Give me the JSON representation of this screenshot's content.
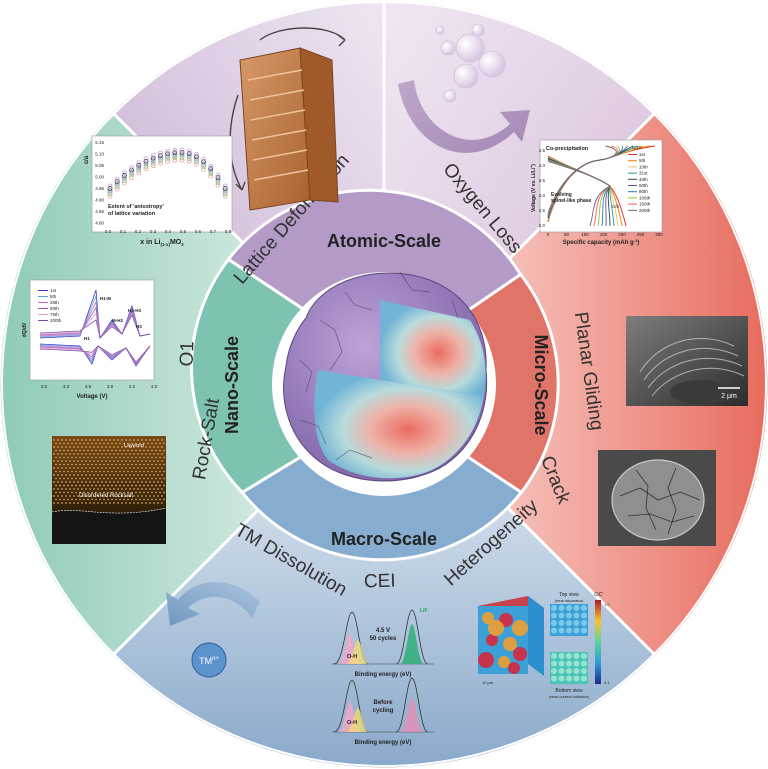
{
  "scales": {
    "atomic": "Atomic-Scale",
    "micro": "Micro-Scale",
    "macro": "Macro-Scale",
    "nano": "Nano-Scale"
  },
  "phenomena": {
    "lattice_deformation": "Lattice Deformation",
    "oxygen_loss": "Oxygen Loss",
    "planar_gliding": "Planar Gliding",
    "crack": "Crack",
    "heterogeneity": "Heterogeneity",
    "cei": "CEI",
    "tm_dissolution": "TM Dissolution",
    "rock_salt": "Rock-Salt",
    "o1": "O1"
  },
  "lattice_chart": {
    "ylabel": "c/a",
    "xlabel_main": "x in Li",
    "xlabel_sub": "(1-x)",
    "xlabel_end": "MO",
    "xlabel_sub2": "2",
    "annotation_line1": "Extent of 'anisotropy'",
    "annotation_line2": "of lattice variation",
    "yticks": [
      "5.15",
      "5.10",
      "5.05",
      "5.00",
      "4.95",
      "4.90",
      "4.85",
      "4.80"
    ],
    "xticks": [
      "0.0",
      "0.1",
      "0.2",
      "0.3",
      "0.4",
      "0.5",
      "0.6",
      "0.7",
      "0.8"
    ]
  },
  "oxygen_chart": {
    "legend_title": "Co-precipitation",
    "legend_c10": "C/10",
    "curve_label": "C/5",
    "legend": [
      "1st",
      "5th",
      "10th",
      "31st",
      "40th",
      "60th",
      "80th",
      "100th",
      "150th",
      "200th"
    ],
    "ylabel": "Voltage (V vs. Li/Li",
    "ylabel_sup": "+",
    "ylabel_end": ")",
    "xlabel": "Specific capacity (mAh g",
    "xlabel_sup": "-1",
    "xlabel_end": ")",
    "annotation_line1": "Evolving",
    "annotation_line2": "spinel-like phase",
    "yticks": [
      "4.5",
      "4.0",
      "3.5",
      "3.0",
      "2.5",
      "2.0"
    ],
    "xticks": [
      "0",
      "50",
      "100",
      "150",
      "200",
      "250",
      "300"
    ]
  },
  "o1_chart": {
    "legend": [
      "1st",
      "5th",
      "25th",
      "50th",
      "75th",
      "100th"
    ],
    "ylabel": "dQ/dV",
    "xlabel": "Voltage (V)",
    "xticks": [
      "3.0",
      "3.3",
      "3.6",
      "3.9",
      "4.2",
      "4.5"
    ],
    "peaks": [
      "H1-M",
      "M-H2",
      "H2-H3",
      "H3",
      "H1"
    ]
  },
  "rocksalt_image": {
    "top_label": "Layered",
    "bottom_label": "Disordered Rocksalt"
  },
  "sem_image": {
    "scale_bar": "2 μm"
  },
  "xps_chart": {
    "top_annotation_line1": "4.5 V",
    "top_annotation_line2": "50 cycles",
    "bottom_annotation_line1": "Before",
    "bottom_annotation_line2": "cycling",
    "xlabel": "Binding energy (eV)",
    "peak_oh": "O-H",
    "peak_lif": "LiF"
  },
  "hetero_image": {
    "top_view_line1": "Top view",
    "top_view_line2": "(near separator)",
    "bottom_view_line1": "Bottom view",
    "bottom_view_line2": "(near current collector)",
    "colorbar_top": "1.0",
    "colorbar_bottom": "0.1",
    "colorbar_label": "C/C",
    "size_label": "10 μm"
  },
  "tm_ion": {
    "label": "TM",
    "sup": "n+"
  },
  "colors": {
    "atomic": "#b49ac6",
    "micro": "#e07468",
    "macro": "#86acd0",
    "nano": "#7ec3b1"
  }
}
